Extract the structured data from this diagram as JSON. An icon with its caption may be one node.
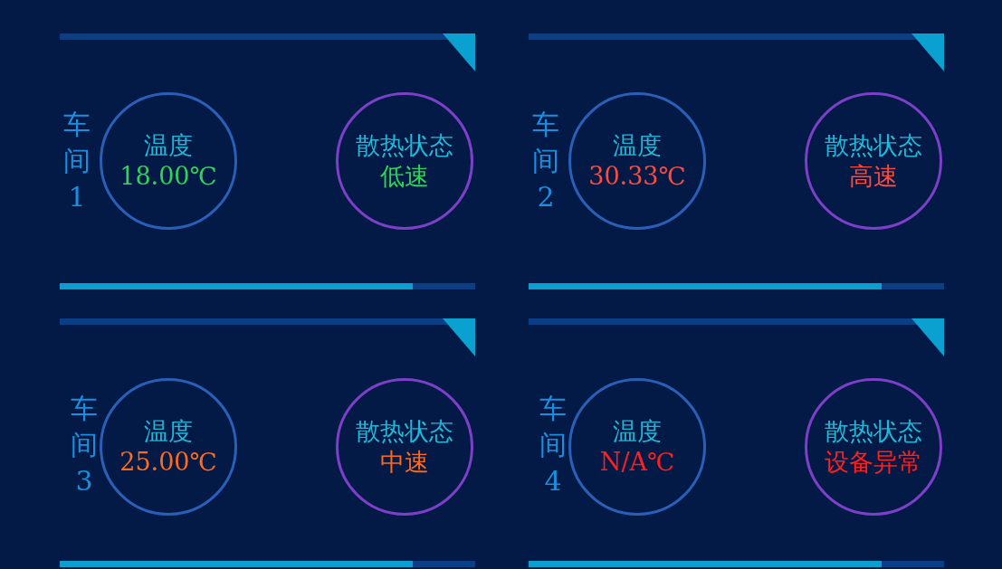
{
  "diagram": {
    "nodes": [
      {
        "text": [
          "温度",
          "18.00℃"
        ]
      },
      {
        "text": [
          "散热状态",
          "低速"
        ]
      },
      {
        "text": [
          "温度",
          "30.33℃"
        ]
      },
      {
        "text": [
          "散热状态",
          "高速"
        ]
      },
      {
        "text": [
          "温度",
          "25.00℃"
        ]
      },
      {
        "text": [
          "散热状态",
          "中速"
        ]
      },
      {
        "text": [
          "温度",
          "N/A℃"
        ]
      },
      {
        "text": [
          "散热状态",
          "设备异常"
        ]
      }
    ],
    "labels": [
      "车间1",
      "车间2",
      "车间3",
      "车间4"
    ]
  }
}
